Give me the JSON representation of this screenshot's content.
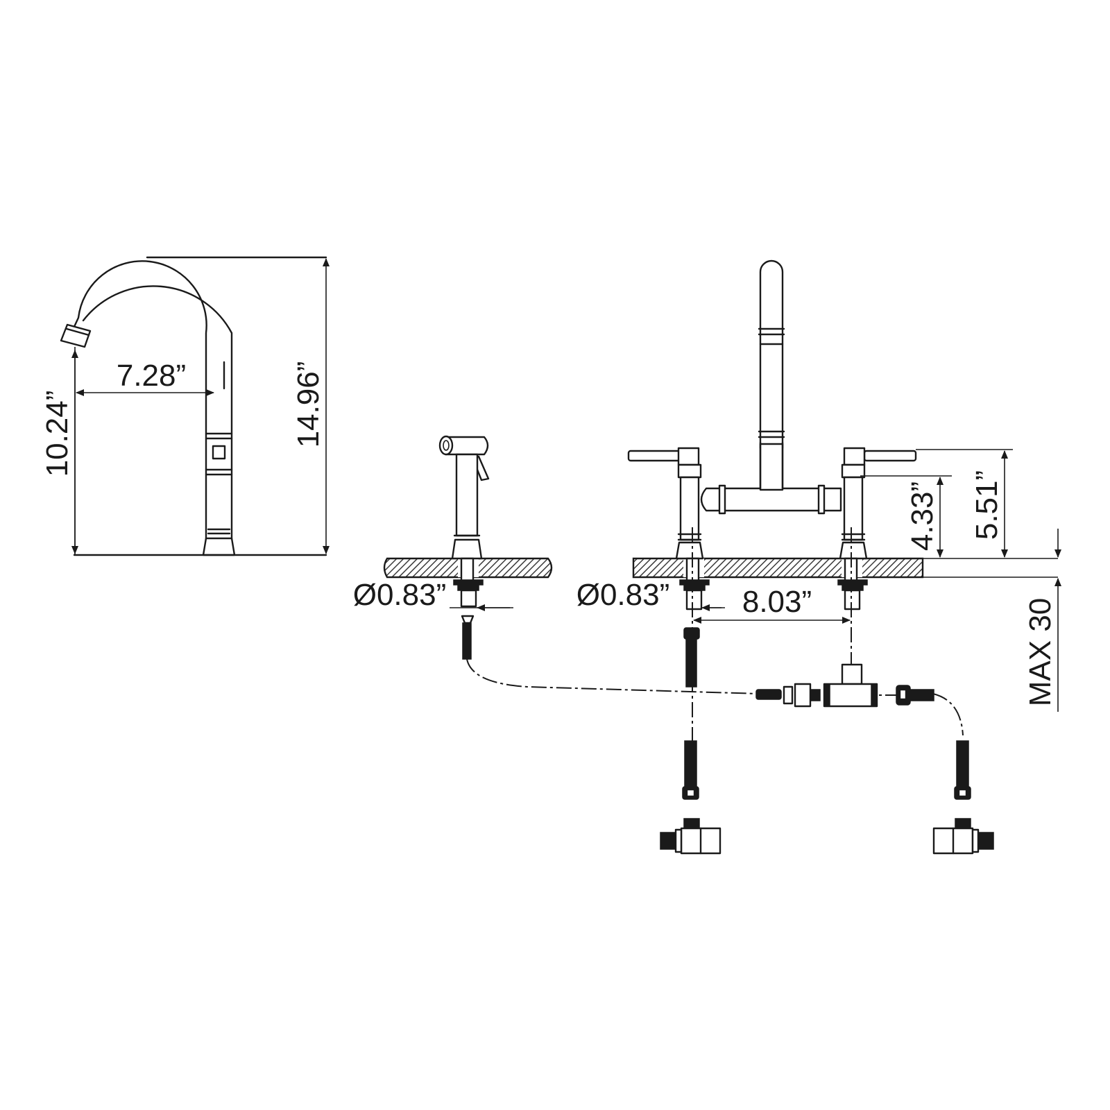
{
  "dimensions": {
    "spout_reach": "7.28”",
    "spout_height": "10.24”",
    "total_height": "14.96”",
    "sprayer_hole_diameter": "Ø0.83”",
    "faucet_hole_diameter": "Ø0.83”",
    "center_spacing": "8.03”",
    "handle_height": "4.33”",
    "overall_handle_height": "5.51”",
    "max_deck_thickness": "MAX 30"
  }
}
